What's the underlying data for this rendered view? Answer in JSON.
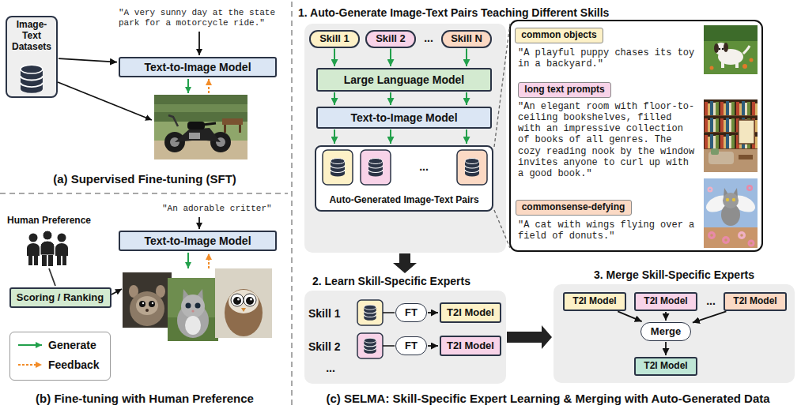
{
  "diagram": {
    "nodes": [
      {
        "text": [
          "Image-Text Datasets"
        ]
      },
      {
        "text": [
          "Text-to-Image Model"
        ]
      },
      {
        "text": [
          "Text-to-Image Model"
        ]
      },
      {
        "text": [
          "Scoring / Ranking"
        ]
      },
      {
        "text": [
          "1. Auto-Generate Image-Text Pairs Teaching Different Skills"
        ]
      },
      {
        "text": [
          "Skill 1"
        ],
        "in": 4
      },
      {
        "text": [
          "Skill 2"
        ],
        "in": 4
      },
      {
        "text": [
          "Skill N"
        ],
        "in": 4
      },
      {
        "text": [
          "Large Language Model"
        ],
        "in": 4
      },
      {
        "text": [
          "Text-to-Image Model"
        ],
        "in": 4
      },
      {
        "text": [
          "Auto-Generated Image-Text Pairs"
        ],
        "in": 4
      },
      {
        "text": [
          "common objects"
        ]
      },
      {
        "text": [
          "long text prompts"
        ]
      },
      {
        "text": [
          "commonsense-defying"
        ]
      },
      {
        "text": [
          "2. Learn Skill-Specific Experts"
        ]
      },
      {
        "text": [
          "FT"
        ],
        "in": 14
      },
      {
        "text": [
          "T2I Model"
        ],
        "in": 14
      },
      {
        "text": [
          "FT"
        ],
        "in": 14
      },
      {
        "text": [
          "T2I Model"
        ],
        "in": 14
      },
      {
        "text": [
          "3. Merge Skill-Specific Experts"
        ]
      },
      {
        "text": [
          "T2I Model"
        ],
        "in": 19
      },
      {
        "text": [
          "T2I Model"
        ],
        "in": 19
      },
      {
        "text": [
          "T2I Model"
        ],
        "in": 19
      },
      {
        "text": [
          "Merge"
        ],
        "in": 19
      },
      {
        "text": [
          "T2I Model"
        ],
        "in": 19
      }
    ],
    "edges": [
      {
        "from": 0,
        "to": 1,
        "arrow": "to"
      },
      {
        "from": 5,
        "to": 8,
        "arrow": "to"
      },
      {
        "from": 6,
        "to": 8,
        "arrow": "to"
      },
      {
        "from": 7,
        "to": 8,
        "arrow": "to"
      },
      {
        "from": 8,
        "to": 9,
        "arrow": "to"
      },
      {
        "from": 8,
        "to": 9,
        "arrow": "to"
      },
      {
        "from": 8,
        "to": 9,
        "arrow": "to"
      },
      {
        "from": 9,
        "to": 10,
        "arrow": "to"
      },
      {
        "from": 9,
        "to": 10,
        "arrow": "to"
      },
      {
        "from": 9,
        "to": 10,
        "arrow": "to"
      },
      {
        "from": 4,
        "to": 14,
        "arrow": "to"
      },
      {
        "from": 15,
        "to": 16,
        "arrow": "to"
      },
      {
        "from": 17,
        "to": 18,
        "arrow": "to"
      },
      {
        "from": 14,
        "to": 19,
        "arrow": "to"
      },
      {
        "from": 20,
        "to": 23,
        "arrow": "to"
      },
      {
        "from": 21,
        "to": 23,
        "arrow": "to"
      },
      {
        "from": 22,
        "to": 23,
        "arrow": "to"
      },
      {
        "from": 23,
        "to": 24,
        "arrow": "to"
      }
    ],
    "labels": [
      "\"A very sunny day at the state park for a motorcycle ride.\"",
      "(a) Supervised Fine-tuning (SFT)",
      "Human Preference",
      "\"An adorable critter\"",
      "(b) Fine-tuning with Human Preference",
      "...",
      "...",
      "\"A playful puppy chases its toy in a backyard.\"",
      "\"An elegant room with floor-to-ceiling bookshelves, filled with an impressive collection of books of all genres. The cozy reading nook by the window invites anyone to curl up with a good book.\"",
      "\"A cat with wings flying over a field of donuts.\"",
      "Skill 1",
      "Skill 2",
      "...",
      "...",
      "(c) SELMA: Skill-Specific Expert Learning & Merging with Auto-Generated Data"
    ],
    "legend": [
      {
        "text": "Generate"
      },
      {
        "text": "Feedback"
      }
    ]
  }
}
